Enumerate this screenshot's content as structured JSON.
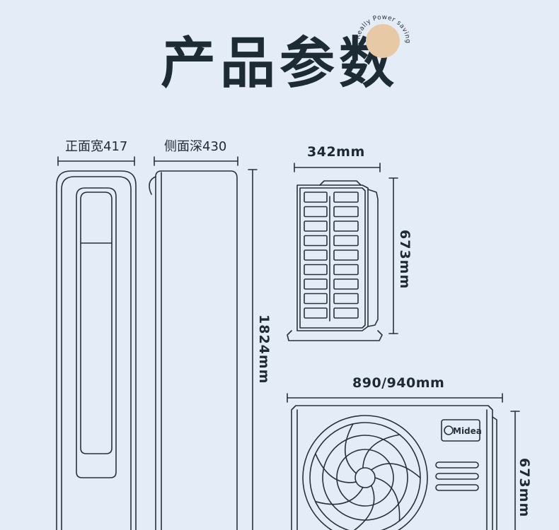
{
  "header": {
    "title": "产品参数",
    "badge_text": "Really Power saving"
  },
  "indoor_unit": {
    "front_width_label": "正面宽417",
    "side_depth_label": "侧面深430",
    "height_label": "1824mm"
  },
  "outdoor_side": {
    "width_label": "342mm",
    "height_label": "673mm"
  },
  "outdoor_front": {
    "width_label": "890/940mm",
    "height_label": "673mm",
    "brand": "Midea"
  },
  "colors": {
    "background": "#e4edf7",
    "line": "#2a3038",
    "badge_circle": "#e8c9a6"
  }
}
